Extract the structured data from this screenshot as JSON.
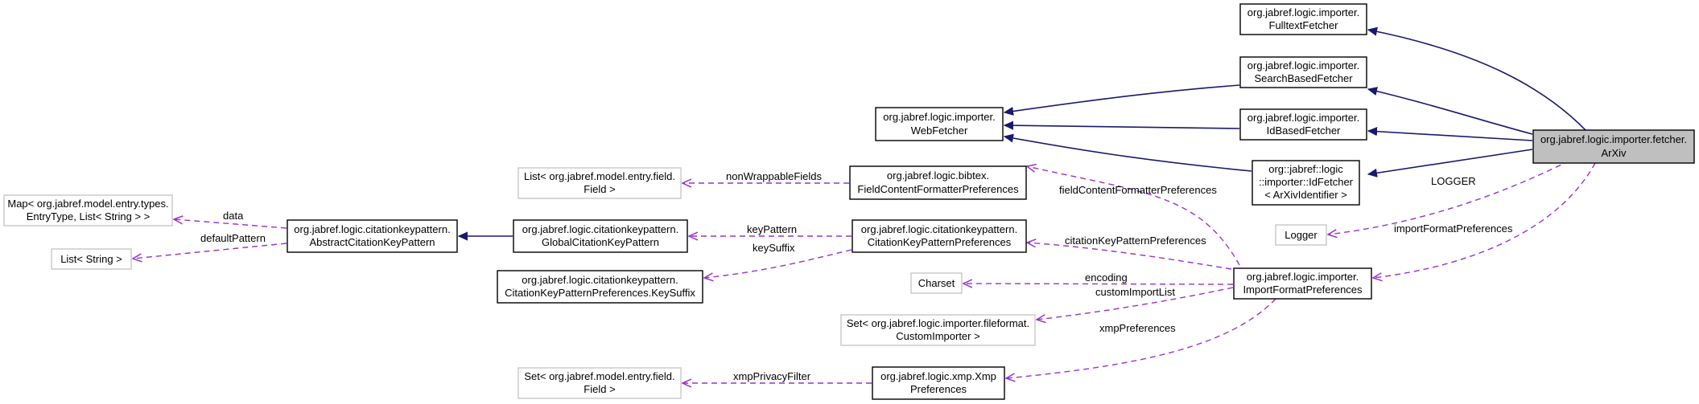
{
  "colors": {
    "inheritance": "#191970",
    "usage": "#9a32cd",
    "focus_fill": "#bfbfbf",
    "external_border": "#bfbfbf"
  },
  "nodes": {
    "fulltext_fetcher": [
      "org.jabref.logic.importer.",
      "FulltextFetcher"
    ],
    "search_based_fetcher": [
      "org.jabref.logic.importer.",
      "SearchBasedFetcher"
    ],
    "web_fetcher": [
      "org.jabref.logic.importer.",
      "WebFetcher"
    ],
    "id_based_fetcher": [
      "org.jabref.logic.importer.",
      "IdBasedFetcher"
    ],
    "arxiv": [
      "org.jabref.logic.importer.fetcher.",
      "ArXiv"
    ],
    "id_fetcher": [
      "org::jabref::logic",
      "::importer::IdFetcher",
      "< ArXivIdentifier >"
    ],
    "list_field": [
      "List< org.jabref.model.entry.field.",
      "Field >"
    ],
    "field_content_prefs": [
      "org.jabref.logic.bibtex.",
      "FieldContentFormatterPreferences"
    ],
    "logger": [
      "Logger"
    ],
    "map_entrytype": [
      "Map< org.jabref.model.entry.types.",
      "EntryType, List< String > >"
    ],
    "abstract_ckp": [
      "org.jabref.logic.citationkeypattern.",
      "AbstractCitationKeyPattern"
    ],
    "global_ckp": [
      "org.jabref.logic.citationkeypattern.",
      "GlobalCitationKeyPattern"
    ],
    "ckp_prefs": [
      "org.jabref.logic.citationkeypattern.",
      "CitationKeyPatternPreferences"
    ],
    "list_string": [
      "List< String >"
    ],
    "key_suffix": [
      "org.jabref.logic.citationkeypattern.",
      "CitationKeyPatternPreferences.KeySuffix"
    ],
    "charset": [
      "Charset"
    ],
    "import_format_prefs": [
      "org.jabref.logic.importer.",
      "ImportFormatPreferences"
    ],
    "set_custom_importer": [
      "Set< org.jabref.logic.importer.fileformat.",
      "CustomImporter >"
    ],
    "set_field": [
      "Set< org.jabref.model.entry.field.",
      "Field >"
    ],
    "xmp_prefs": [
      "org.jabref.logic.xmp.Xmp",
      "Preferences"
    ]
  },
  "edge_labels": {
    "logger": "LOGGER",
    "import_format_preferences": "importFormatPreferences",
    "non_wrappable_fields": "nonWrappableFields",
    "field_content_formatter_preferences": "fieldContentFormatterPreferences",
    "data": "data",
    "default_pattern": "defaultPattern",
    "key_pattern": "keyPattern",
    "key_suffix": "keySuffix",
    "citation_key_pattern_preferences": "citationKeyPatternPreferences",
    "encoding": "encoding",
    "custom_import_list": "customImportList",
    "xmp_preferences": "xmpPreferences",
    "xmp_privacy_filter": "xmpPrivacyFilter"
  }
}
